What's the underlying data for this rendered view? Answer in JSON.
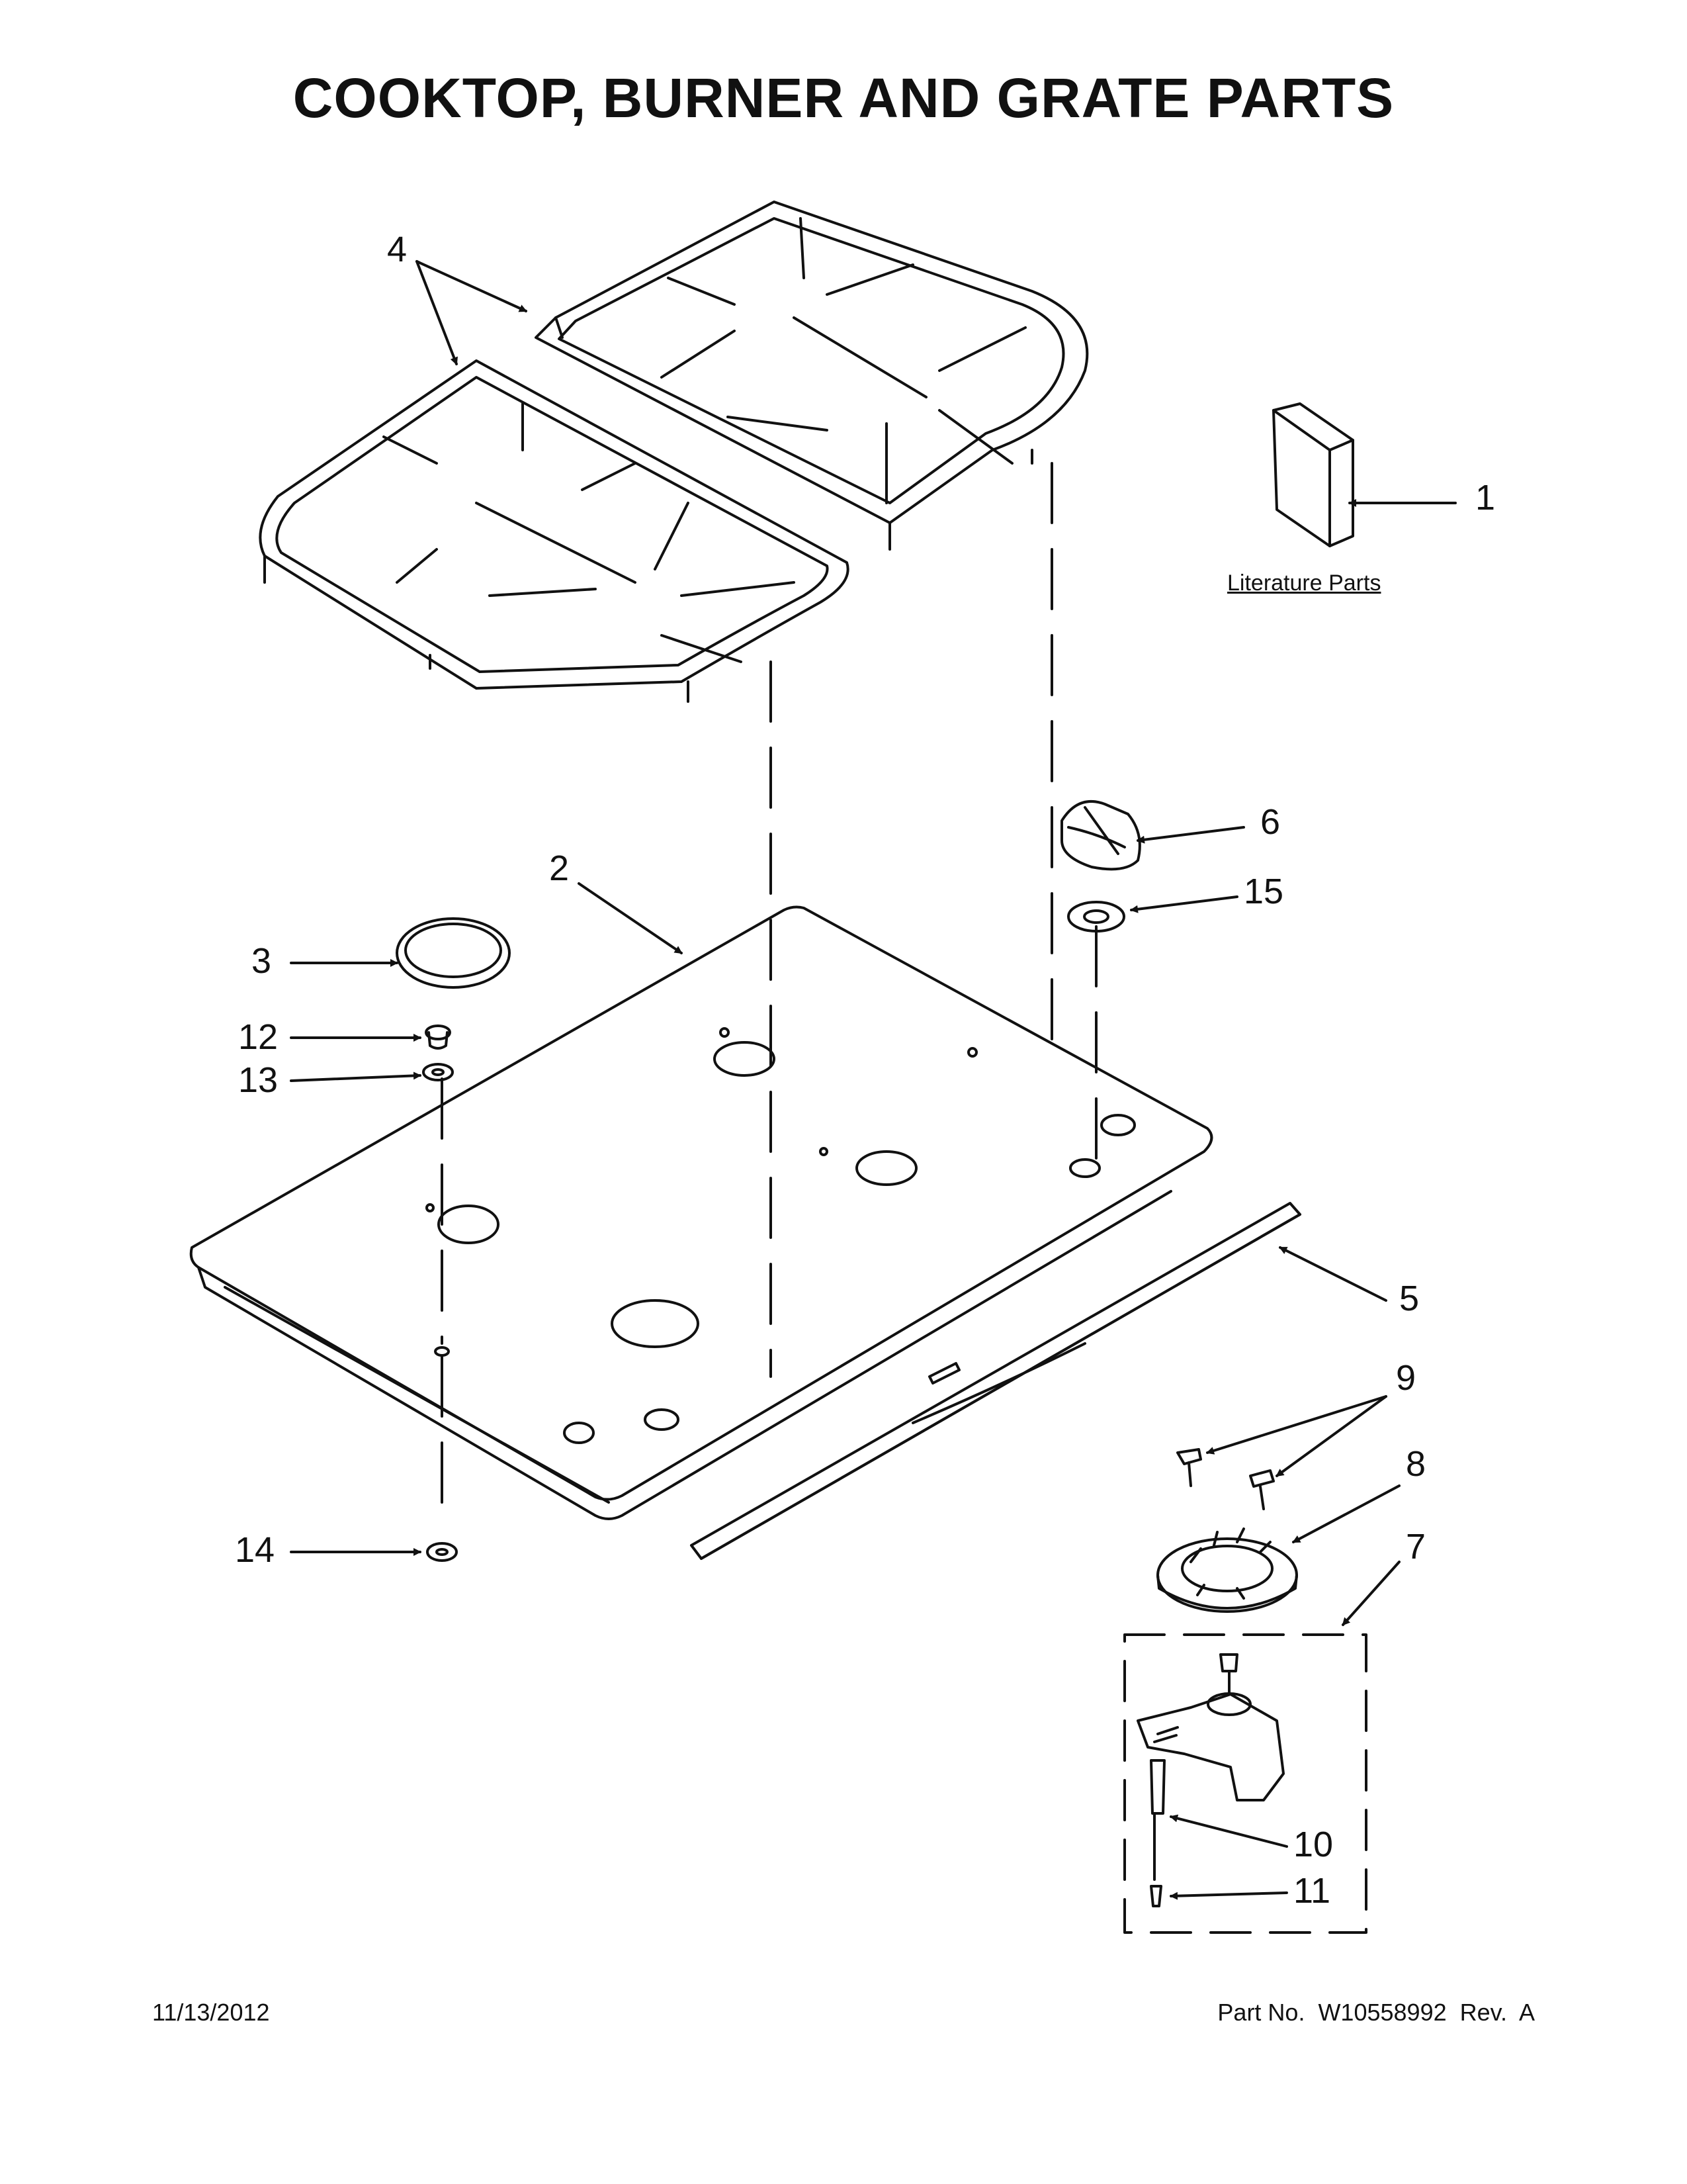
{
  "title": "COOKTOP, BURNER AND GRATE PARTS",
  "literature_label": "Literature Parts",
  "callouts": [
    "1",
    "2",
    "3",
    "4",
    "5",
    "6",
    "7",
    "8",
    "9",
    "10",
    "11",
    "12",
    "13",
    "14",
    "15"
  ],
  "footer": {
    "date": "11/13/2012",
    "part_number": "Part No.  W10558992  Rev.  A"
  }
}
